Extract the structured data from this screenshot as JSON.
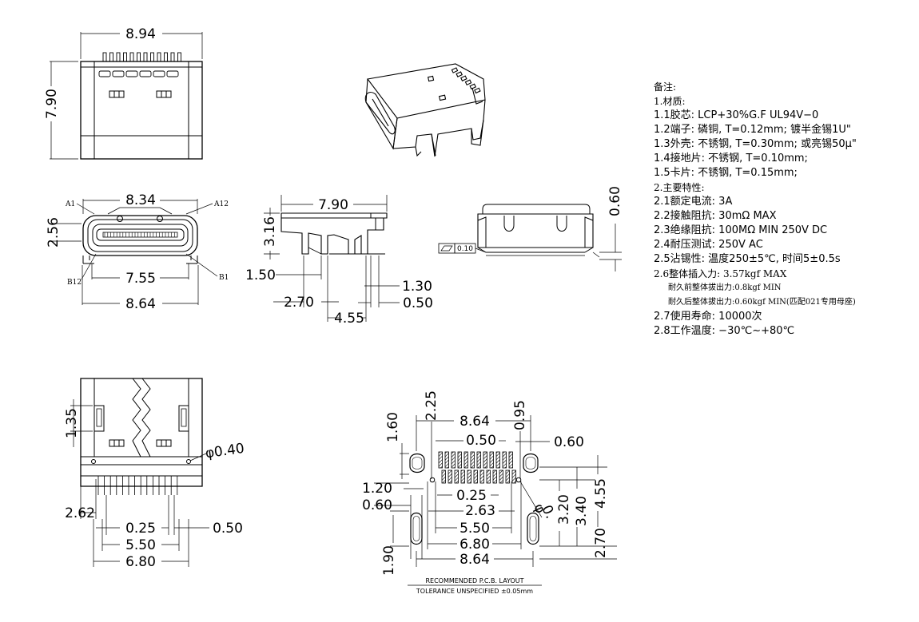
{
  "top_view": {
    "width": "8.94",
    "height": "7.90"
  },
  "front_view": {
    "pin_a1": "A1",
    "pin_a12": "A12",
    "pin_b12": "B12",
    "pin_b1": "B1",
    "width_inner": "8.34",
    "height": "2.56",
    "width_mid": "7.55",
    "width_outer": "8.64"
  },
  "side_view": {
    "length": "7.90",
    "height": "3.16",
    "d1": "1.50",
    "d2": "2.70",
    "d3": "4.55",
    "d4": "1.30",
    "d5": "0.50"
  },
  "end_view": {
    "height": "0.60",
    "flatness_value": "0.10"
  },
  "bottom_view": {
    "d135": "1.35",
    "hole": "φ0.40",
    "d262": "2.62",
    "pitch": "0.25",
    "d050": "0.50",
    "d550": "5.50",
    "d680": "6.80"
  },
  "pcb_layout": {
    "d225": "2.25",
    "d864_top": "8.64",
    "d095": "0.95",
    "d160": "1.60",
    "d050": "0.50",
    "d060_right": "0.60",
    "d120": "1.20",
    "d060_left": "0.60",
    "d025": "0.25",
    "d263": "2.63",
    "d320": "3.20",
    "d340": "3.40",
    "d455": "4.55",
    "d550": "5.50",
    "d680": "6.80",
    "d864_bottom": "8.64",
    "d270": "2.70",
    "d190": "1.90",
    "hole_label": "0.",
    "title": "RECOMMENDED   P.C.B.  LAYOUT",
    "tolerance": "TOLERANCE  UNSPECIFIED  ±0.05mm"
  },
  "notes": {
    "header": "备注:",
    "l1": "1.材质:",
    "l11": "1.1胶芯: LCP+30%G.F  UL94V−0",
    "l12": "1.2端子: 磷铜, T=0.12mm; 镀半金锡1U\"",
    "l13": "1.3外壳: 不锈钢, T=0.30mm; 或亮锡50μ\"",
    "l14": "1.4接地片: 不锈钢, T=0.10mm;",
    "l15": "1.5卡片: 不锈钢, T=0.15mm;",
    "l2": "2.主要特性:",
    "l21": "2.1额定电流: 3A",
    "l22": "2.2接触阻抗: 30mΩ  MAX",
    "l23": "2.3绝缘阻抗: 100MΩ  MIN  250V  DC",
    "l24": "2.4耐压测试: 250V  AC",
    "l25": "2.5沾锡性: 温度250±5℃, 时间5±0.5s",
    "l26": "2.6整体插入力: 3.57kgf MAX",
    "l26a": "耐久前整体拔出力:0.8kgf MIN",
    "l26b": "耐久后整体拔出力:0.60kgf MIN(匹配021专用母座)",
    "l27": "2.7使用寿命: 10000次",
    "l28": "2.8工作温度: −30℃~+80℃"
  }
}
